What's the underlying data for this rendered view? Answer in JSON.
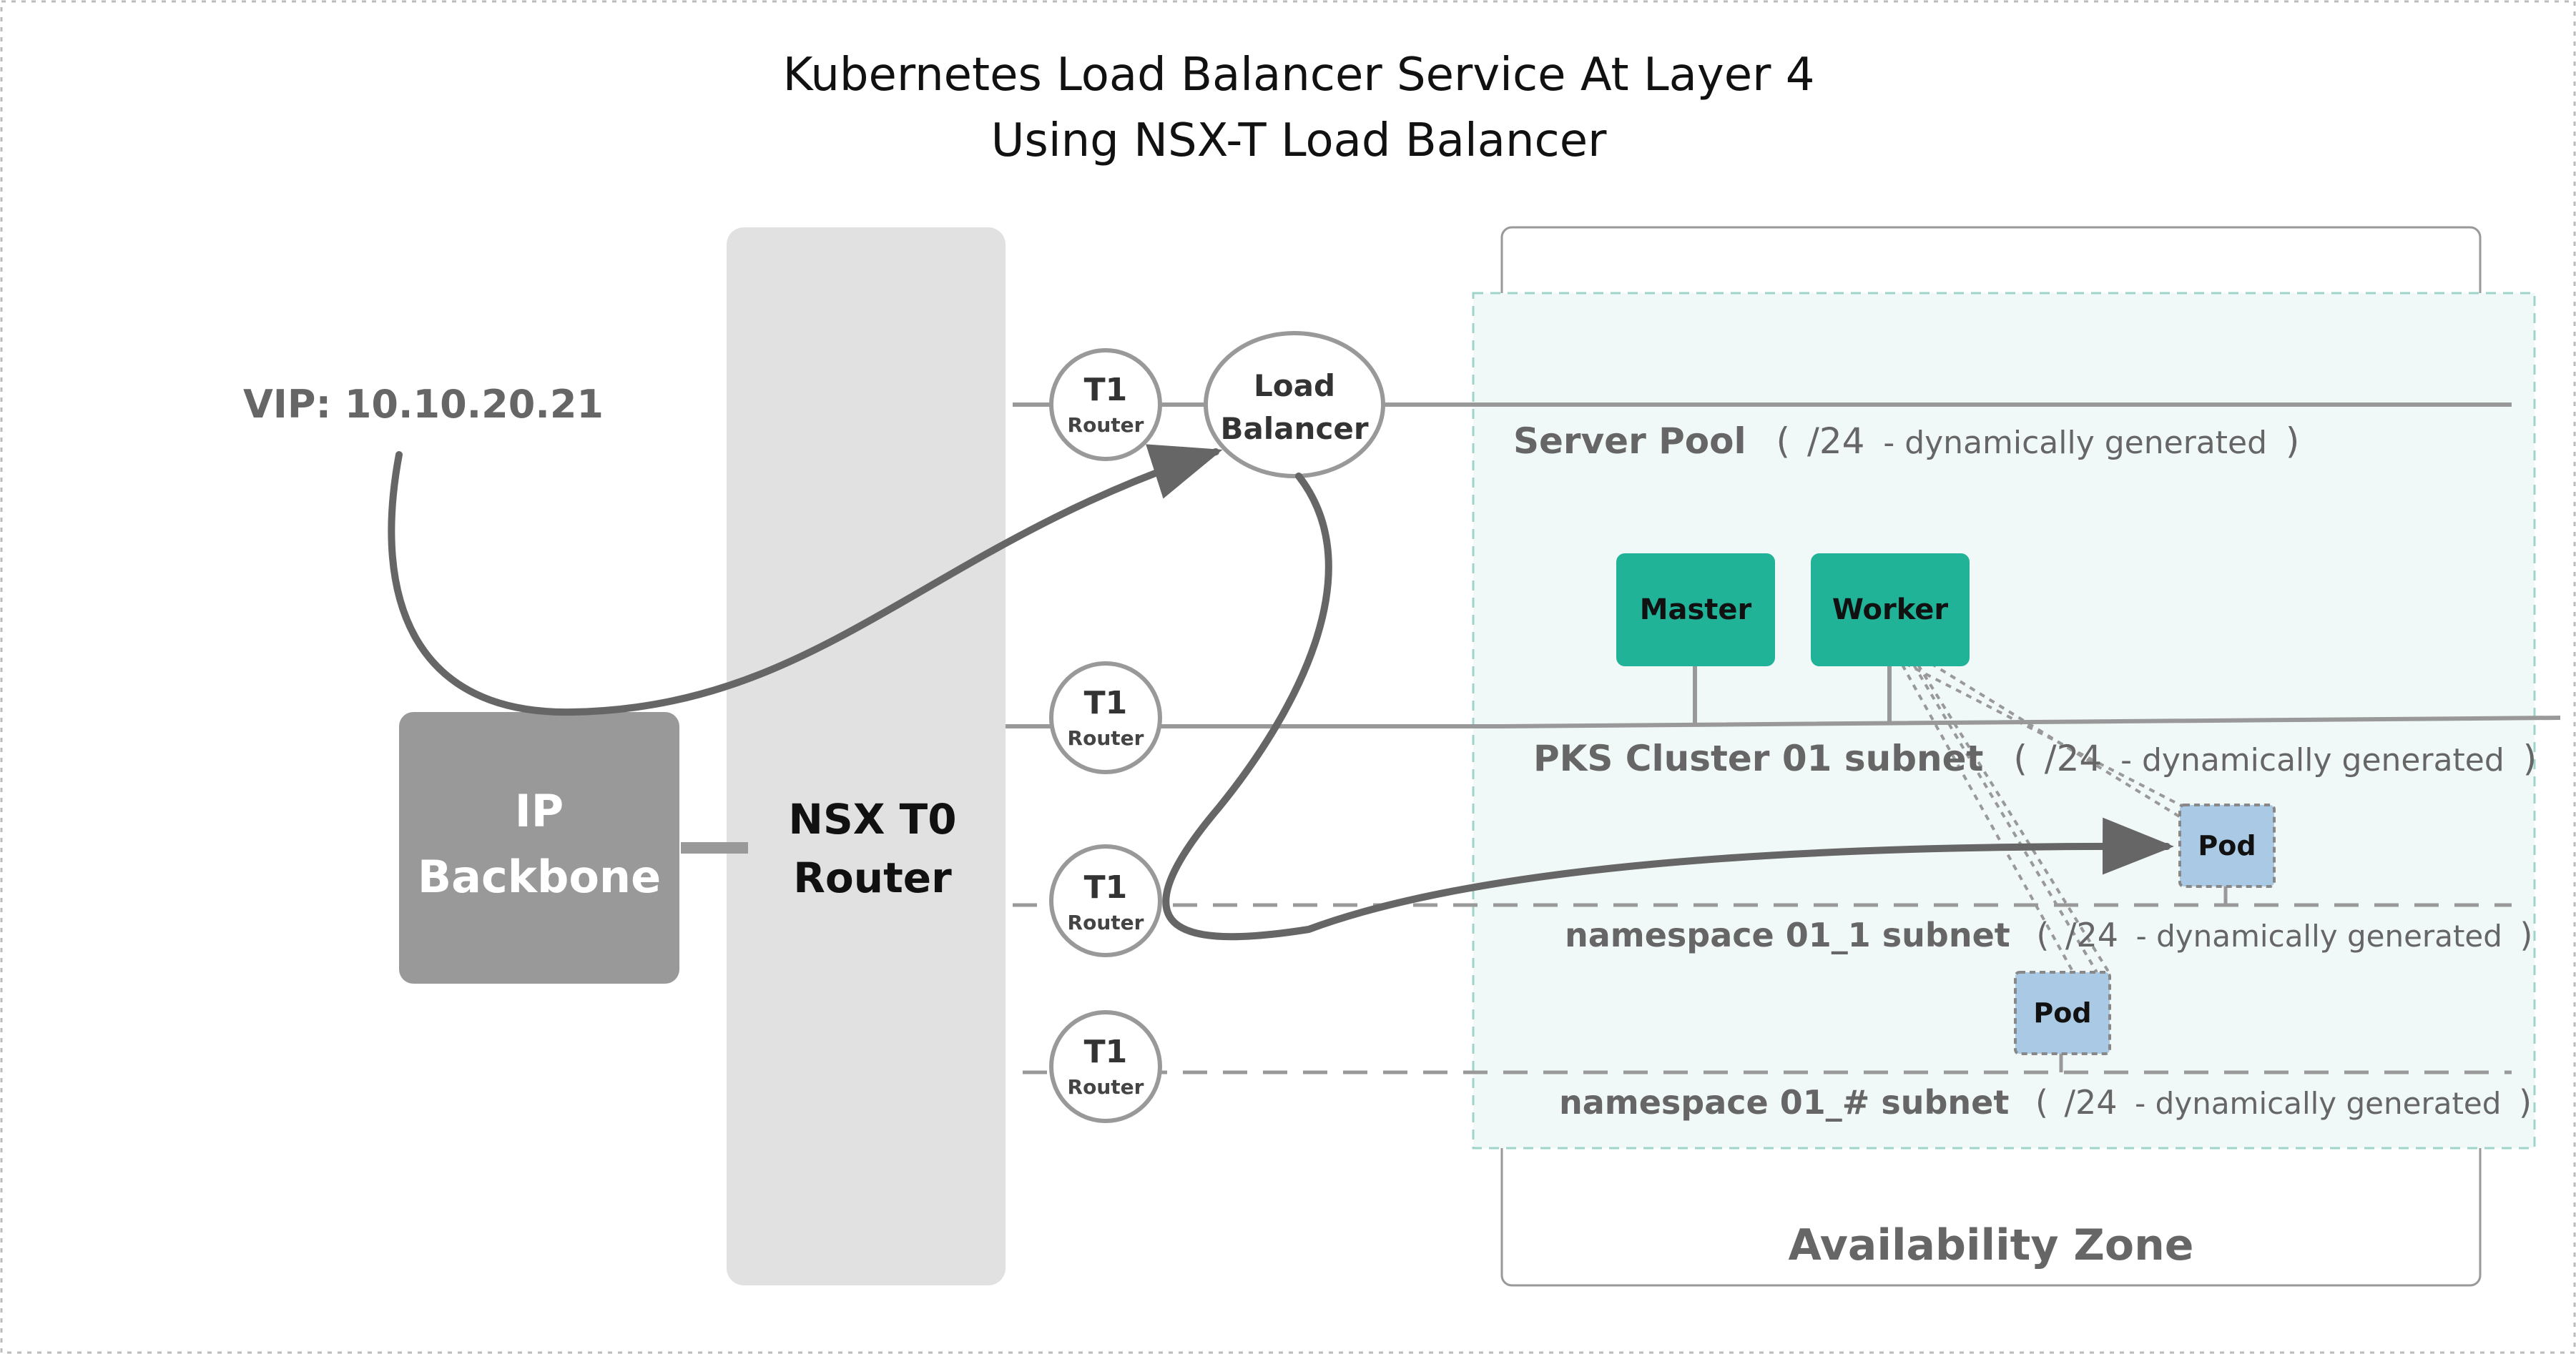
{
  "title": {
    "line1": "Kubernetes Load Balancer Service At Layer 4",
    "line2": "Using NSX-T Load Balancer"
  },
  "vip_label": "VIP: 10.10.20.21",
  "ip_backbone": {
    "line1": "IP",
    "line2": "Backbone"
  },
  "nsx_t0": {
    "line1": "NSX T0",
    "line2": "Router"
  },
  "t1_routers": [
    {
      "title": "T1",
      "subtitle": "Router"
    },
    {
      "title": "T1",
      "subtitle": "Router"
    },
    {
      "title": "T1",
      "subtitle": "Router"
    },
    {
      "title": "T1",
      "subtitle": "Router"
    }
  ],
  "load_balancer": {
    "line1": "Load",
    "line2": "Balancer"
  },
  "subnets": {
    "server_pool": {
      "name": "Server Pool",
      "open": "(",
      "prefix": "/24",
      "detail": "- dynamically generated",
      "close": ")"
    },
    "pks_cluster": {
      "name": "PKS Cluster 01 subnet",
      "open": "(",
      "prefix": "/24",
      "detail": "- dynamically generated",
      "close": ")"
    },
    "namespace_1": {
      "name": "namespace 01_1 subnet",
      "open": "(",
      "prefix": "/24",
      "detail": "- dynamically generated",
      "close": ")"
    },
    "namespace_n": {
      "name": "namespace 01_# subnet",
      "open": "(",
      "prefix": "/24",
      "detail": "- dynamically generated",
      "close": ")"
    }
  },
  "nodes": {
    "master": "Master",
    "worker": "Worker"
  },
  "pods": {
    "pod_1": "Pod",
    "pod_2": "Pod"
  },
  "availability_zone": "Availability Zone",
  "colors": {
    "node_green": "#20b398",
    "pod_blue": "#a9c9e4",
    "gray_box": "#999999",
    "t0_panel": "#e1e1e1",
    "zone_tint": "#f1f9f8",
    "line_gray": "#999999",
    "arrow_dark": "#666666"
  }
}
